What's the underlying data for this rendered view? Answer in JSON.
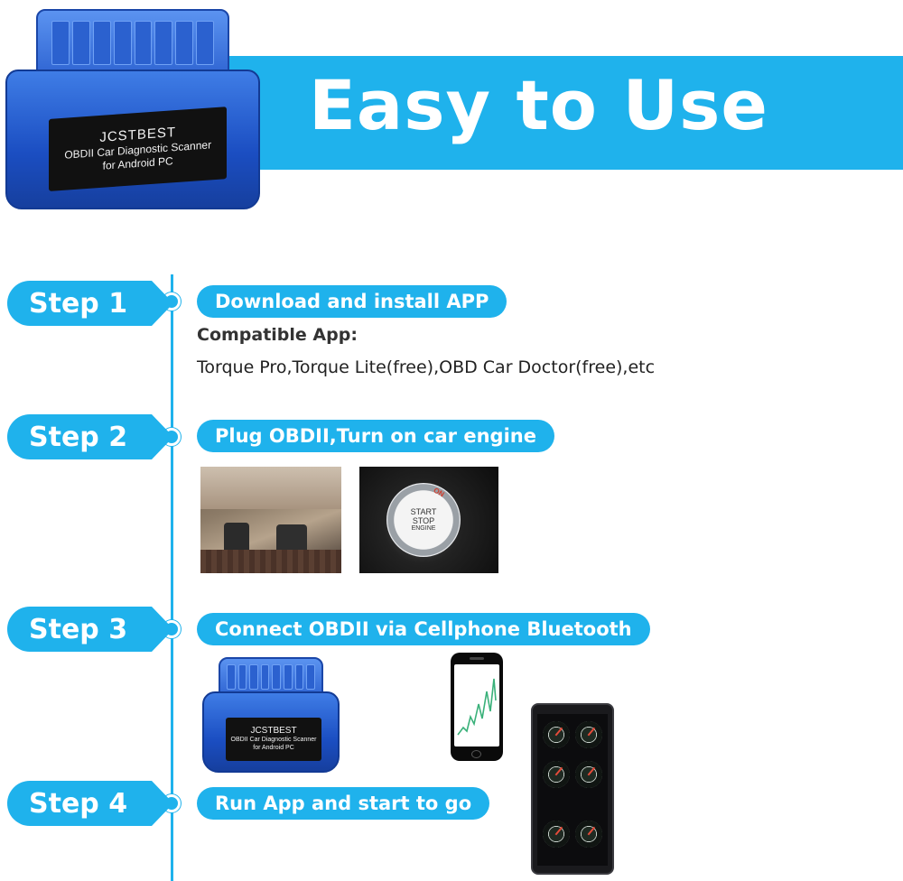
{
  "banner": {
    "title": "Easy to Use",
    "color": "#1fb2ec"
  },
  "device": {
    "brand": "JCSTBEST",
    "line1": "OBDII Car Diagnostic Scanner",
    "line2": "for Android PC"
  },
  "device_small": {
    "brand": "JCSTBEST",
    "line1": "OBDII Car Diagnostic Scanner",
    "line2": "for Android PC"
  },
  "steps": [
    {
      "badge": "Step 1",
      "title": "Download and install APP"
    },
    {
      "badge": "Step 2",
      "title": "Plug OBDII,Turn on car engine"
    },
    {
      "badge": "Step 3",
      "title": "Connect OBDII via Cellphone Bluetooth"
    },
    {
      "badge": "Step 4",
      "title": "Run App and start to go"
    }
  ],
  "compatible": {
    "label": "Compatible App:",
    "apps": "Torque Pro,Torque Lite(free),OBD Car Doctor(free),etc"
  },
  "start_button": {
    "line1": "START",
    "line2": "STOP",
    "line3": "ENGINE",
    "on": "ON"
  }
}
